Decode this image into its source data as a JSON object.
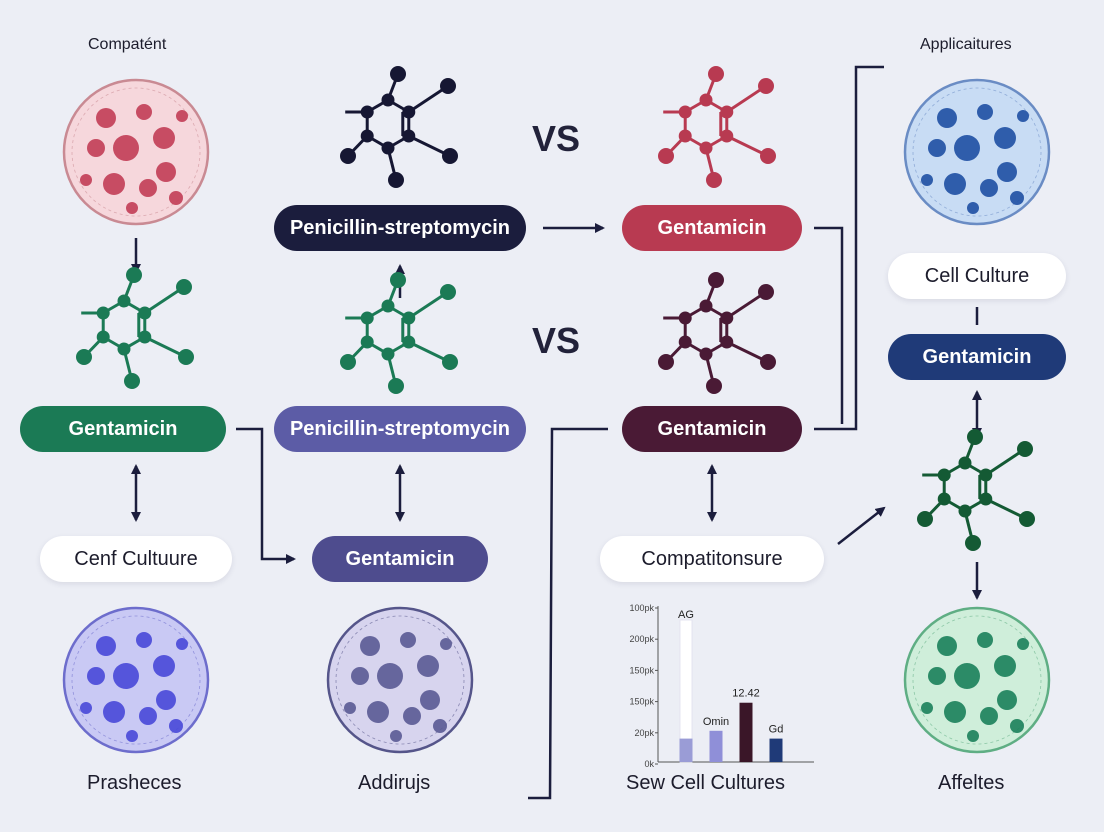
{
  "labels": {
    "top_left": "Compatént",
    "top_right": "Applicaitures",
    "vs": "VS",
    "bottom_1": "Prasheces",
    "bottom_2": "Addirujs",
    "bottom_3": "Sew Cell Cultures",
    "bottom_4": "Affeltes"
  },
  "pills": {
    "pen_strep_top": "Penicillin-streptomycin",
    "gent_top_red": "Gentamicin",
    "gent_left_green": "Gentamicin",
    "pen_strep_mid": "Penicillin-streptomycin",
    "gent_mid_dark": "Gentamicin",
    "cell_culture_left": "Cenf Cultuure",
    "gent_center": "Gentamicin",
    "compat": "Compatitonsure",
    "cell_culture_right": "Cell Culture",
    "gent_right_navy": "Gentamicin"
  },
  "colors": {
    "navy": "#1b1d3d",
    "red": "#b83a51",
    "green": "#1b7a55",
    "purple": "#5c5ca6",
    "plum": "#4a1a35",
    "blue": "#1f3a78"
  },
  "chart_data": {
    "type": "bar",
    "y_tick_labels": [
      "100pk",
      "200pk",
      "150pk",
      "150pk",
      "20pk",
      "0k"
    ],
    "bar_labels": [
      "AG",
      "Omin",
      "12.42",
      "Gd"
    ],
    "values": [
      15,
      20,
      38,
      15
    ],
    "ylim": [
      0,
      100
    ],
    "colors": [
      "#9a9cd6",
      "#8f8fd8",
      "#3a1628",
      "#1f3a78"
    ]
  }
}
